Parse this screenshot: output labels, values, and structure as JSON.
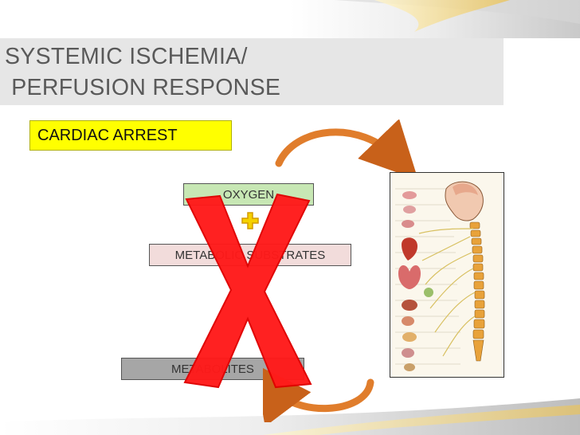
{
  "slide": {
    "title_line1": "SYSTEMIC ISCHEMIA/",
    "title_line2": " PERFUSION RESPONSE"
  },
  "boxes": {
    "cardiac_arrest": "CARDIAC ARREST",
    "oxygen": "OXYGEN",
    "metabolic_substrates": "METABOLIC SUBSTRATES",
    "metabolites": "METABOLITES"
  },
  "icons": {
    "plus": "plus-icon",
    "cross": "red-x-icon",
    "anatomy": "human-anatomy-illustration"
  },
  "colors": {
    "title_band": "#e6e6e6",
    "cardiac_arrest_fill": "#ffff00",
    "oxygen_fill": "#c7e7b4",
    "substrates_fill": "#f2dcdb",
    "metabolites_fill": "#a6a6a6",
    "cross": "#ff0000",
    "arrows": "#e07d2c"
  }
}
